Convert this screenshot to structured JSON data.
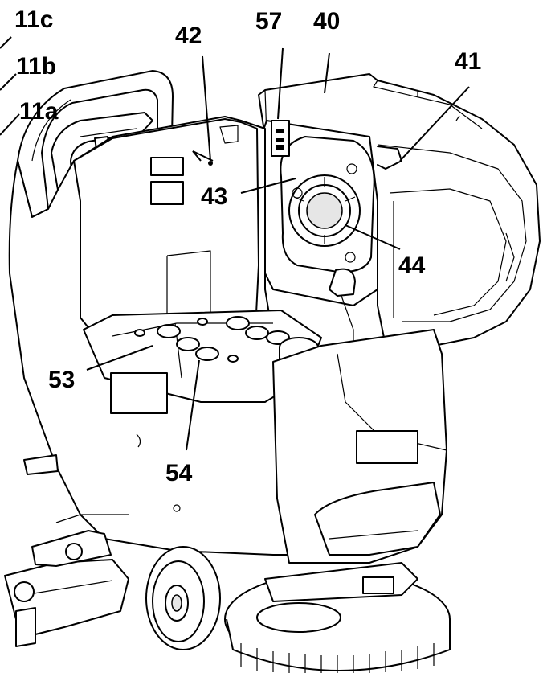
{
  "callouts": {
    "c11c": "11c",
    "c11b": "11b",
    "c11a": "11a",
    "c42": "42",
    "c57": "57",
    "c40": "40",
    "c41": "41",
    "c43": "43",
    "c44": "44",
    "c53": "53",
    "c54": "54"
  },
  "colors": {
    "line": "#000000",
    "background": "#ffffff",
    "panel_shade": "#e6e6e6"
  }
}
